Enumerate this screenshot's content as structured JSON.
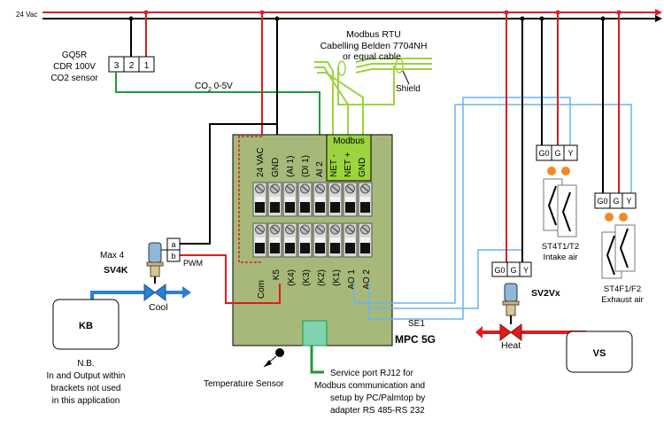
{
  "supply_label": "24 Vac",
  "sensor": {
    "model": "GQ5R",
    "name": "CDR 100V",
    "desc": "CO2 sensor",
    "terminals": [
      "3",
      "2",
      "1"
    ]
  },
  "co2_signal": {
    "prefix": "CO",
    "sub": "2",
    "suffix": " 0-5V"
  },
  "modbus": {
    "title": "Modbus RTU",
    "cable": "Cabelling Belden 7704NH",
    "cable2": "or equal cable",
    "shield": "Shield"
  },
  "controller": {
    "name": "MPC 5G",
    "tag": "SE1",
    "modbus_header": "Modbus",
    "modbus_pins": [
      "NET -",
      "NET +",
      "GND"
    ],
    "top_pins": [
      "24 VAC",
      "GND",
      "(AI 1)",
      "(DI 1)",
      "AI 2"
    ],
    "bottom_pins": [
      "Com",
      "K5",
      "(K4)",
      "(K3)",
      "(K2)",
      "(K1)",
      "AO 1",
      "AO 2"
    ]
  },
  "cooling": {
    "max_label": "Max 4",
    "valve": "SV4K",
    "pwm": "PWM",
    "terms": [
      "a",
      "b"
    ],
    "label": "Cool",
    "coil": "KB"
  },
  "heating": {
    "valve": "SV2Vx",
    "label": "Heat",
    "coil": "VS",
    "terms": [
      "G0",
      "G",
      "Y"
    ]
  },
  "intake": {
    "terms": [
      "G0",
      "G",
      "Y"
    ],
    "model": "ST4T1/T2",
    "label": "Intake air"
  },
  "exhaust": {
    "terms": [
      "G0",
      "G",
      "Y"
    ],
    "model": "ST4F1/F2",
    "label": "Exhaust air"
  },
  "note": {
    "title": "N.B.",
    "line1": "In and Output within",
    "line2": "brackets not used",
    "line3": "in this application"
  },
  "temp_sensor": "Temperature Sensor",
  "service_port": {
    "line1": "Service port RJ12 for",
    "line2": "Modbus communication and",
    "line3": "setup by PC/Palmtop by",
    "line4": "adapter RS 485-RS 232"
  },
  "colors": {
    "supply": "#e01b1b",
    "neutral": "#000000",
    "signal_green": "#1c9a3c",
    "modbus_green": "#9bd43c",
    "analog_blue": "#6cb4e8",
    "controller": "#a6b97a",
    "actuator_orange": "#f08a24"
  }
}
